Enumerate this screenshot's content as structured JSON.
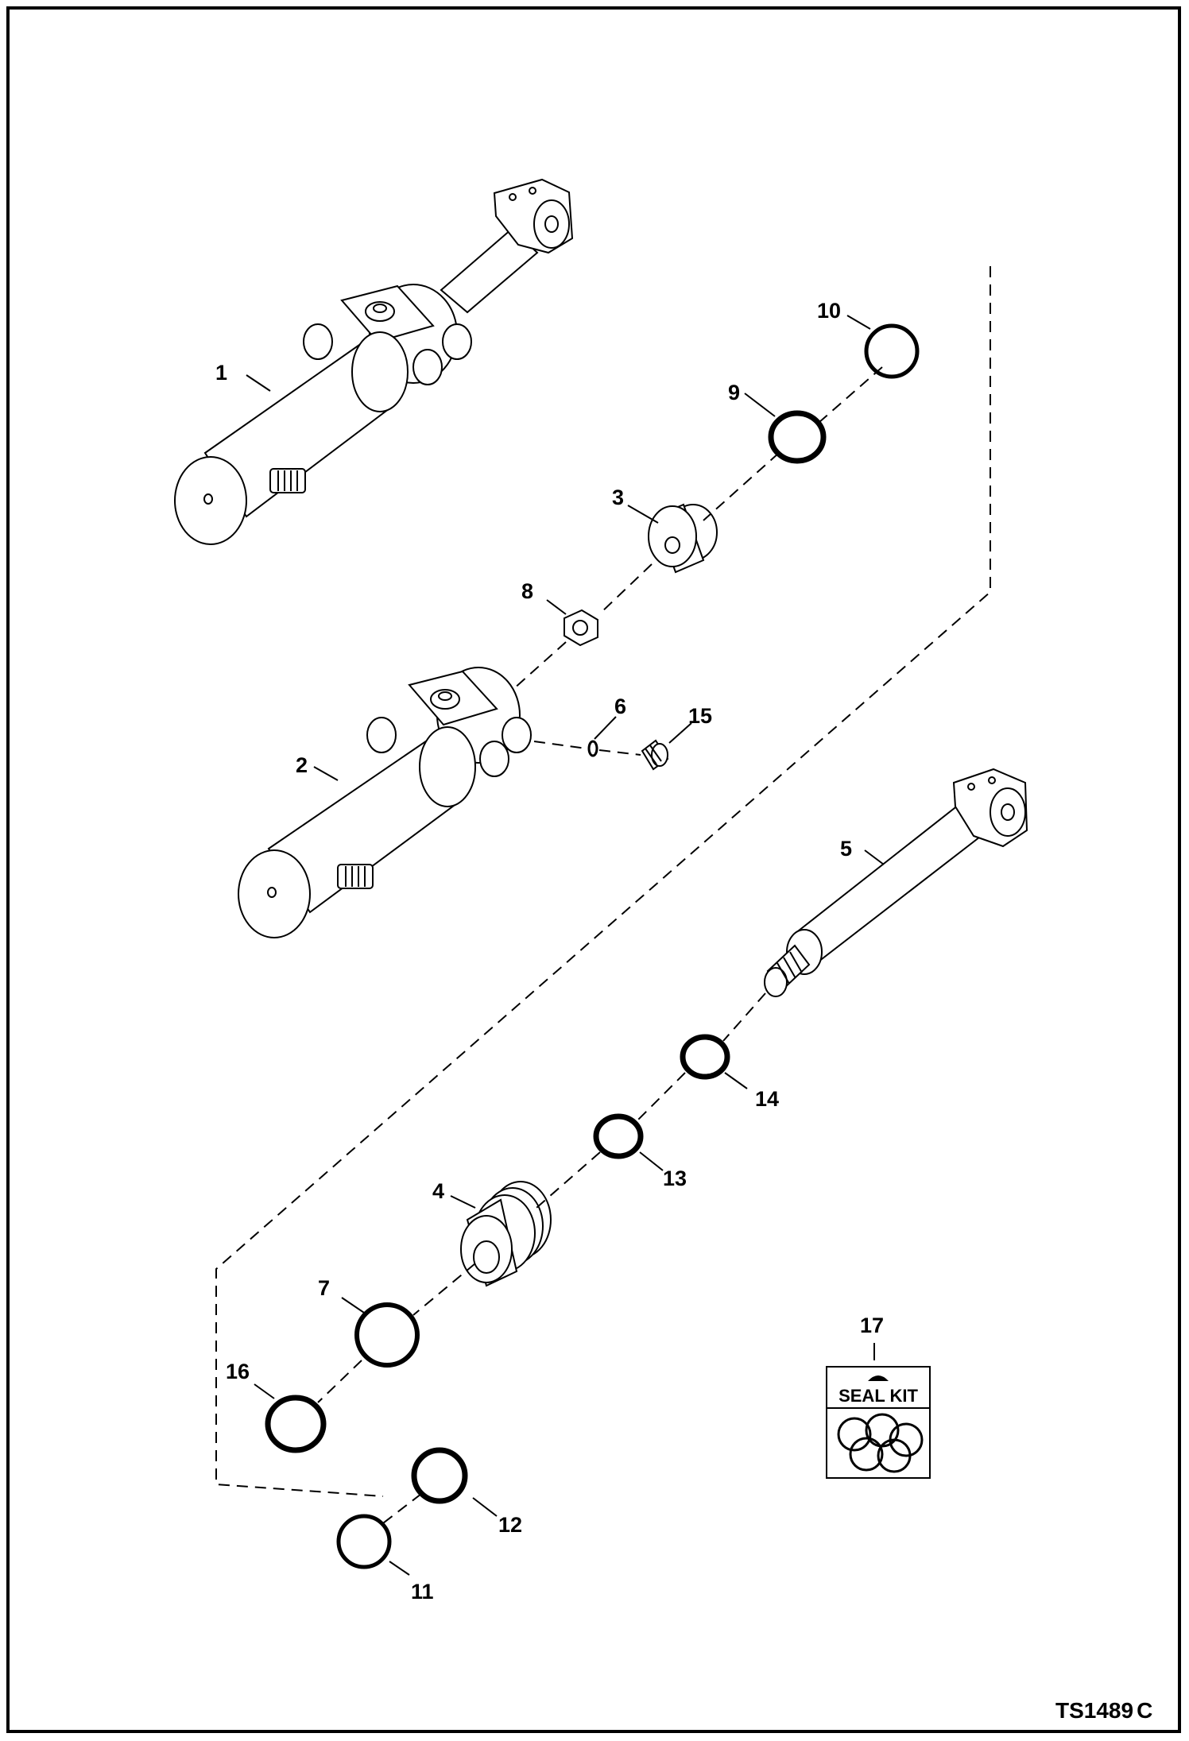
{
  "diagram": {
    "callouts": [
      "1",
      "2",
      "3",
      "4",
      "5",
      "6",
      "7",
      "8",
      "9",
      "10",
      "11",
      "12",
      "13",
      "14",
      "15",
      "16",
      "17"
    ],
    "seal_kit_label": "SEAL KIT",
    "figure_code": "TS1489",
    "figure_rev": "C"
  }
}
